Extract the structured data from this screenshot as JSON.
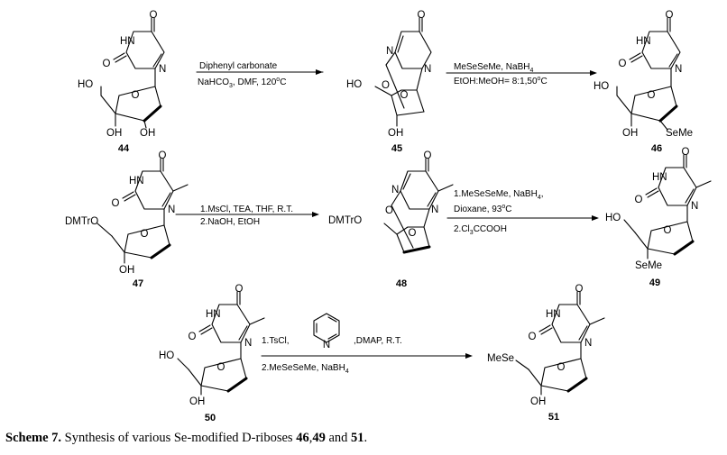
{
  "compounds": {
    "c44": "44",
    "c45": "45",
    "c46": "46",
    "c47": "47",
    "c48": "48",
    "c49": "49",
    "c50": "50",
    "c51": "51"
  },
  "atoms": {
    "O": "O",
    "HN": "HN",
    "N": "N",
    "HO": "HO",
    "OH": "OH",
    "SeMe": "SeMe",
    "MeSe": "MeSe",
    "DMTrO": "DMTrO"
  },
  "reactions": {
    "r1": {
      "line1": "Diphenyl  carbonate",
      "line2a": "NaHCO",
      "line2sub": "3",
      "line2b": ",  DMF, 120",
      "line2deg": "o",
      "line2c": "C"
    },
    "r2": {
      "line1a": "MeSeSeMe,  NaBH",
      "line1sub": "4",
      "line2a": "EtOH:MeOH=  8:1,50",
      "line2deg": "o",
      "line2c": "C"
    },
    "r3": {
      "line1": "1.MsCl,  TEA,  THF,  R.T.",
      "line2": "2.NaOH,  EtOH"
    },
    "r4": {
      "line1a": "1.MeSeSeMe,  NaBH",
      "line1sub": "4",
      "line1b": ",",
      "line2a": "Dioxane,  93",
      "line2deg": "o",
      "line2c": "C",
      "line3a": "2.Cl",
      "line3sub": "3",
      "line3b": "CCOOH"
    },
    "r5": {
      "line1a": "1.TsCl,",
      "line1b": ",DMAP,  R.T.",
      "line2a": "2.MeSeSeMe,  NaBH",
      "line2sub": "4"
    }
  },
  "caption": {
    "label": "Scheme 7.",
    "text": " Synthesis of various Se-modified D-riboses ",
    "c1": "46",
    "sep1": ",",
    "c2": "49",
    "sep2": " and ",
    "c3": "51",
    "end": "."
  }
}
